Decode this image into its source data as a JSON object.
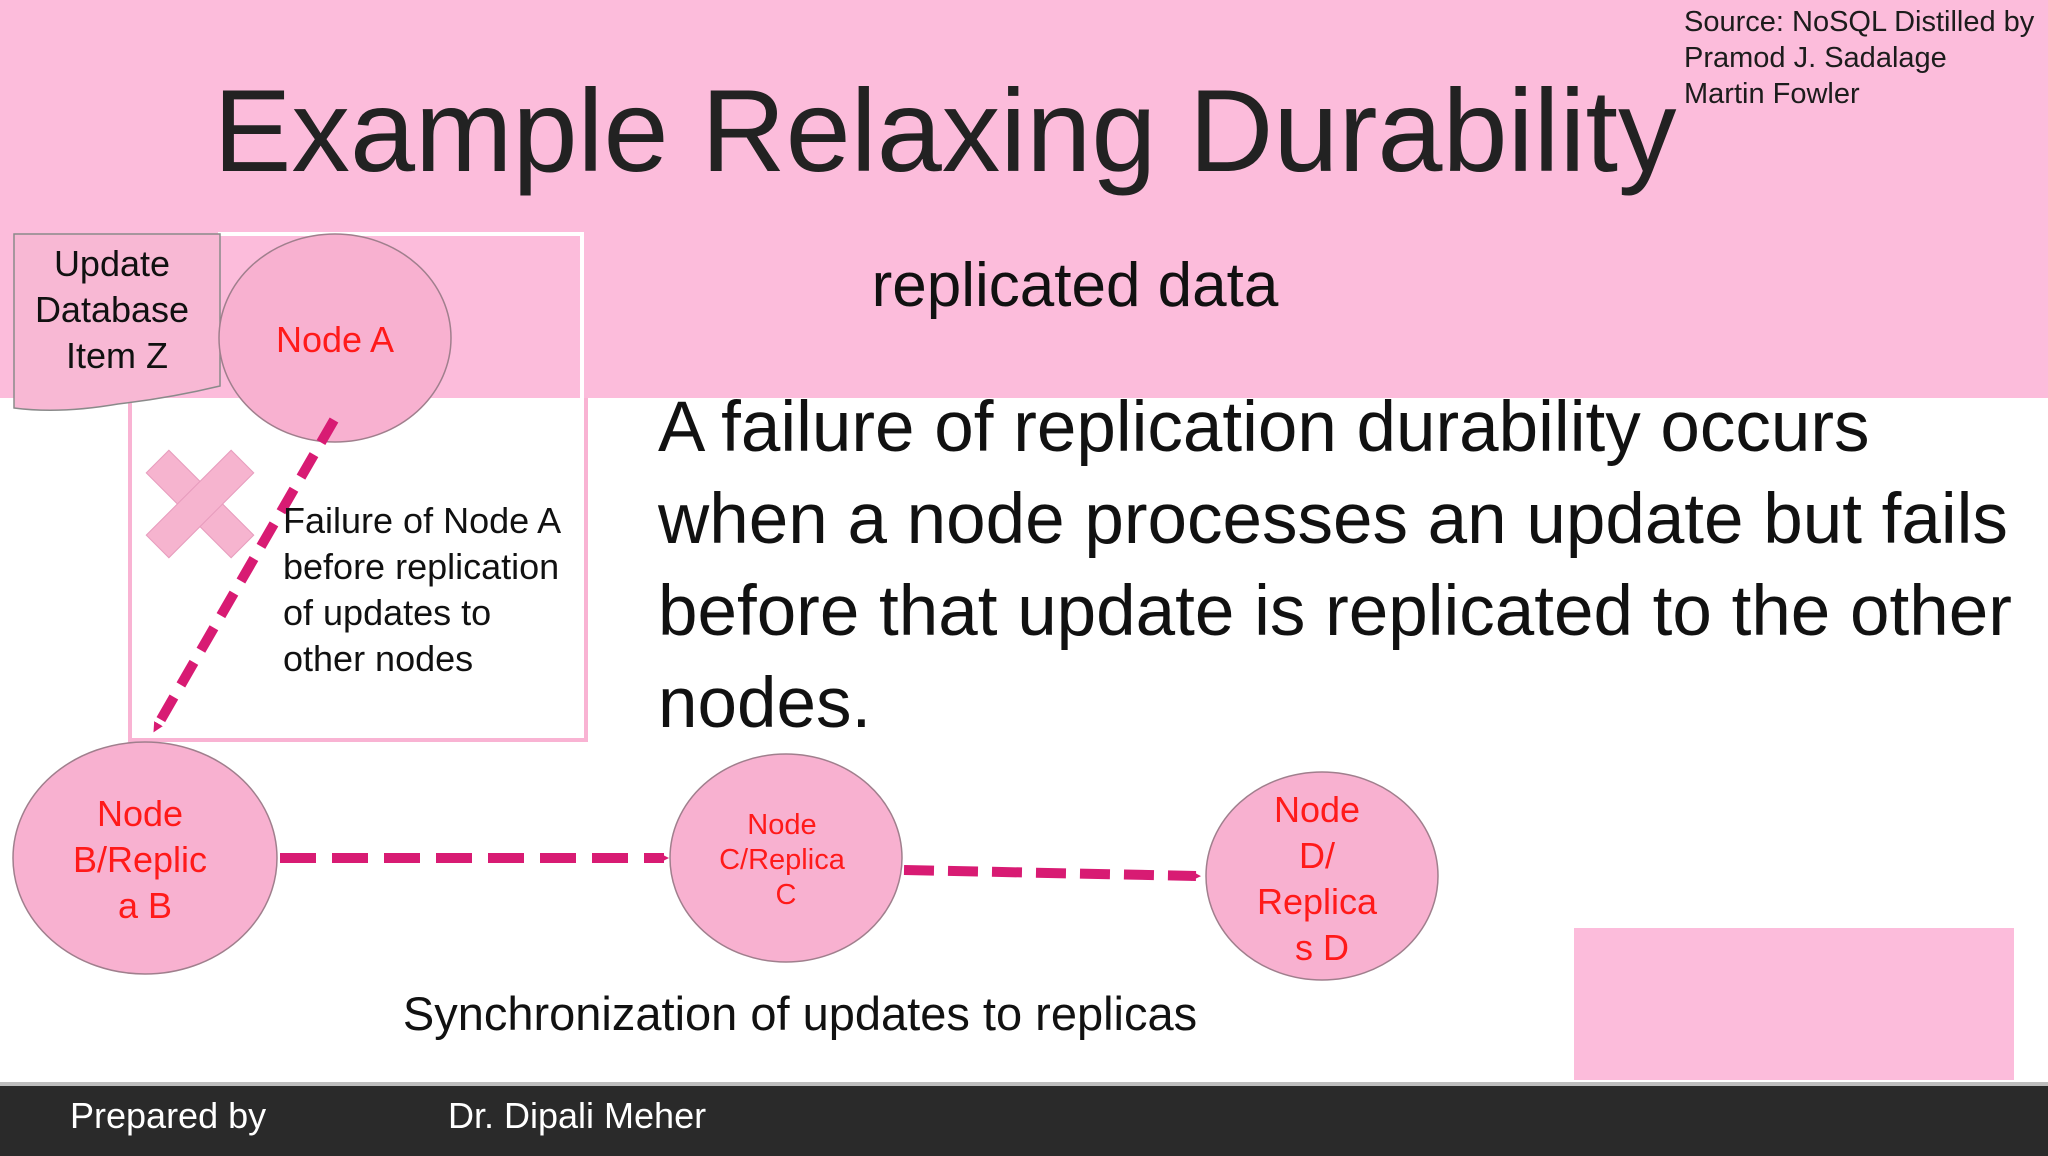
{
  "source_note": "Source: NoSQL Distilled by\nPramod J. Sadalage\nMartin Fowler",
  "title": "Example Relaxing Durability",
  "subtitle": "replicated data",
  "paragraph": "A failure of replication durability occurs when a node processes an update but fails before that update is replicated to the other nodes.",
  "document_shape": {
    "lines": [
      "Update",
      "Database",
      "Item Z"
    ]
  },
  "nodes": {
    "a": {
      "lines": [
        "Node A"
      ]
    },
    "b": {
      "lines": [
        "Node",
        "B/Replic",
        "a B"
      ]
    },
    "c": {
      "lines": [
        "Node",
        "C/Replica",
        "C"
      ]
    },
    "d": {
      "lines": [
        "Node",
        "D/",
        "Replica",
        "s D"
      ]
    }
  },
  "failure_note": "Failure of Node A\nbefore replication\nof updates to\nother nodes",
  "caption": "Synchronization of updates to replicas",
  "footer": {
    "prepared_by": "Prepared by",
    "name": "Dr. Dipali Meher"
  },
  "colors": {
    "background_pink": "#fcbcdb",
    "node_fill": "#f8b1d0",
    "node_text": "#ff1a1a",
    "arrow": "#d81b73",
    "cross": "#f6b4cf",
    "footer": "#2a2a2a"
  },
  "icons": {
    "failure_mark": "cross-icon"
  }
}
